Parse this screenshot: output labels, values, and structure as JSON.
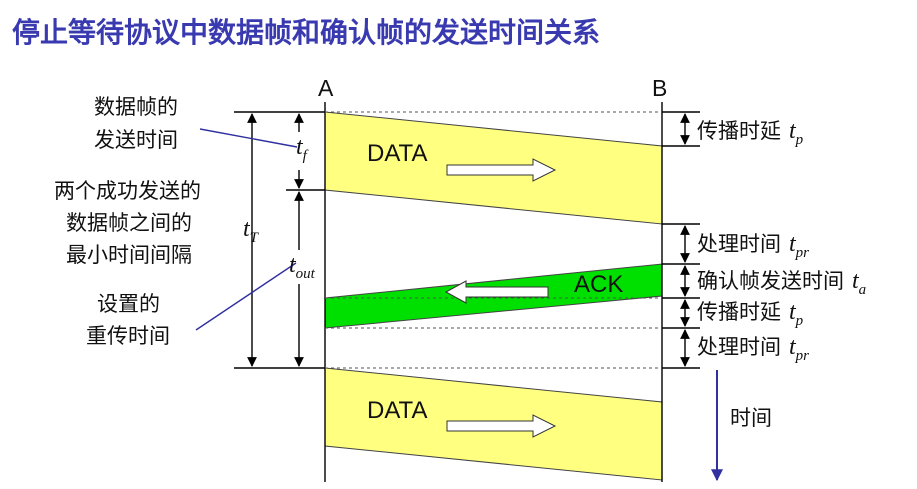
{
  "title": "停止等待协议中数据帧和确认帧的发送时间关系",
  "stations": {
    "a": "A",
    "b": "B"
  },
  "frames": {
    "data1": "DATA",
    "ack": "ACK",
    "data2": "DATA"
  },
  "left_labels": {
    "send_time": [
      "数据帧的",
      "发送时间"
    ],
    "min_interval": [
      "两个成功发送的",
      "数据帧之间的",
      "最小时间间隔"
    ],
    "retransmit": [
      "设置的",
      "重传时间"
    ]
  },
  "symbols": {
    "tf": {
      "base": "t",
      "sub": "f"
    },
    "tT": {
      "base": "t",
      "sub": "T"
    },
    "tout": {
      "base": "t",
      "sub": "out"
    }
  },
  "right_labels": {
    "prop1": {
      "text": "传播时延",
      "sym": "t",
      "sub": "p"
    },
    "proc1": {
      "text": "处理时间",
      "sym": "t",
      "sub": "pr"
    },
    "ack_tx": {
      "text": "确认帧发送时间",
      "sym": "t",
      "sub": "a"
    },
    "prop2": {
      "text": "传播时延",
      "sym": "t",
      "sub": "p"
    },
    "proc2": {
      "text": "处理时间",
      "sym": "t",
      "sub": "pr"
    }
  },
  "time_axis": "时间",
  "colors": {
    "title": "#3a3ab0",
    "data_frame": "#ffff80",
    "ack_frame": "#00e000",
    "pointer": "#3030a0",
    "time_arrow": "#3030a0"
  }
}
